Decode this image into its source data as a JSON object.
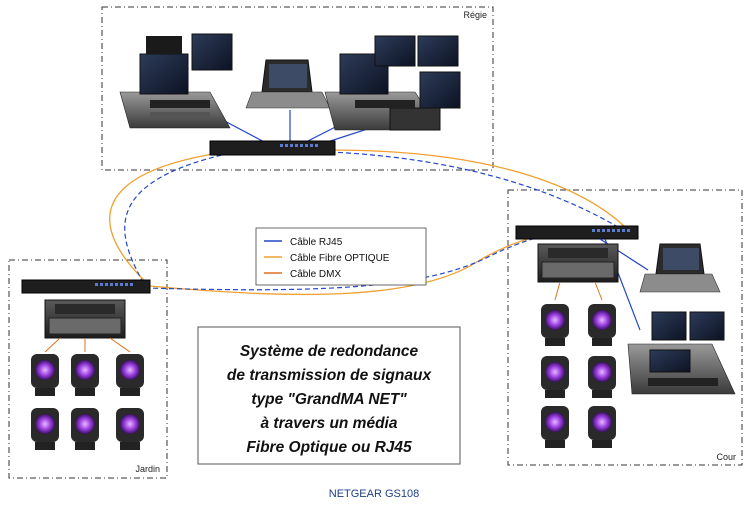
{
  "zones": {
    "regie": "Régie",
    "jardin": "Jardin",
    "cour": "Cour"
  },
  "legend": {
    "items": [
      {
        "label": "Câble RJ45",
        "color": "#2447c7"
      },
      {
        "label": "Câble Fibre OPTIQUE",
        "color": "#f0a030"
      },
      {
        "label": "Câble DMX",
        "color": "#e07020"
      }
    ]
  },
  "title_box": {
    "lines": [
      "Système de redondance",
      "de transmission de signaux",
      "type \"GrandMA NET\"",
      "à travers un média",
      "Fibre Optique ou RJ45"
    ]
  },
  "caption": "NETGEAR GS108",
  "colors": {
    "rj45": "#2447c7",
    "fiber": "#f0a030",
    "dmx": "#e07020",
    "zone_border": "#333333",
    "fixture_glow": "#9a3fe0"
  },
  "icons": {
    "console": "lighting-console-icon",
    "laptop": "laptop-icon",
    "switch": "network-switch-icon",
    "node": "network-node-rack-icon",
    "fixture": "moving-head-fixture-icon"
  }
}
